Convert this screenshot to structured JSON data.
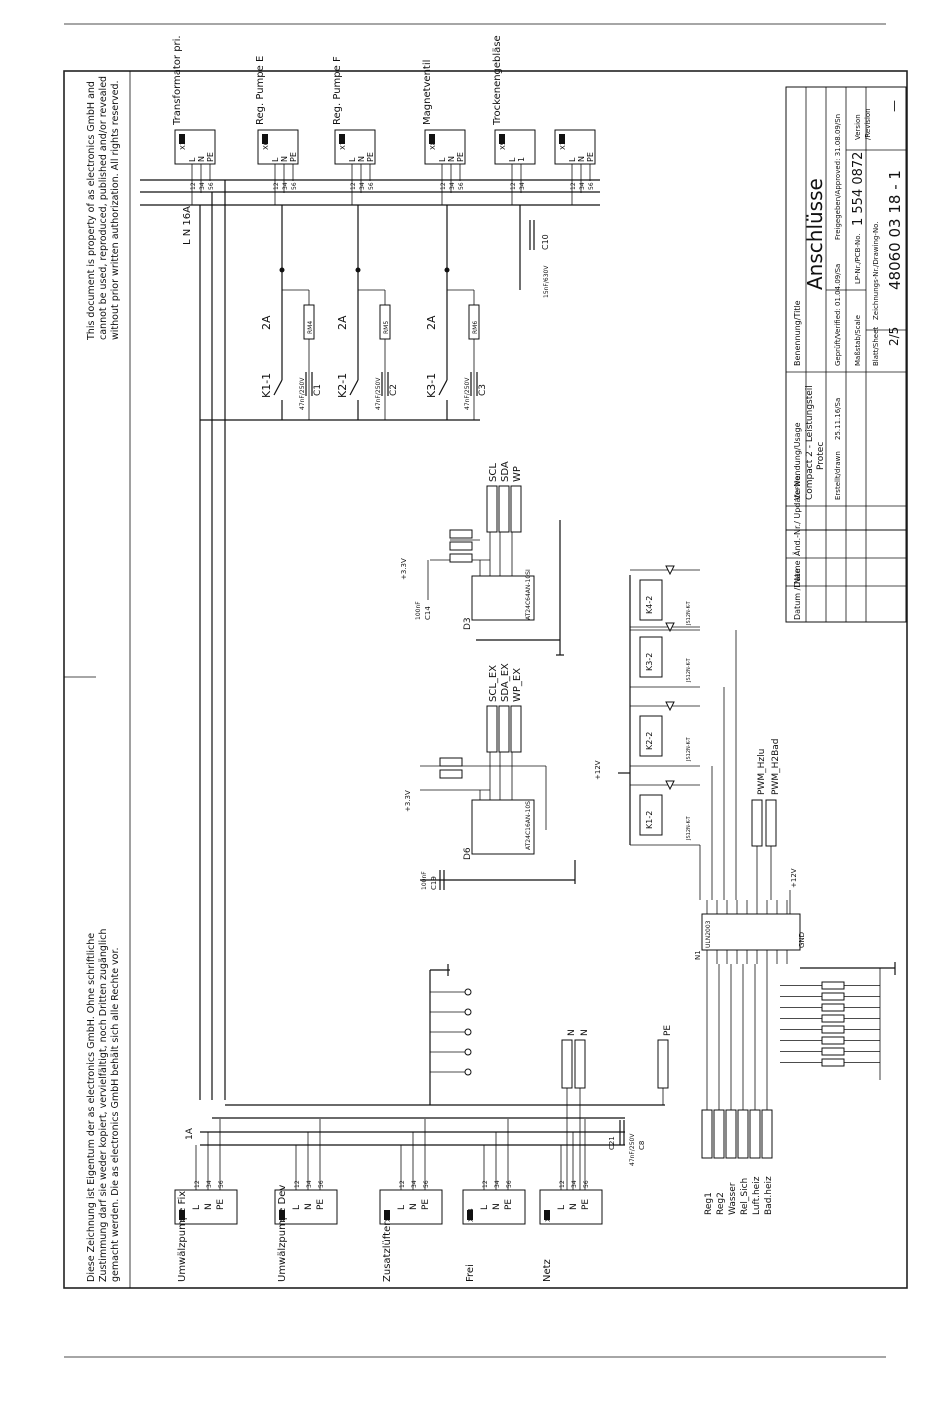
{
  "notice": {
    "en_line1": "This document is property of  as electronics GmbH and",
    "en_line2": "cannot be used, reproduced, published and/or revealed",
    "en_line3": "without prior written authorization.  All rights reserved.",
    "de_line1": "Diese Zeichnung ist Eigentum der  as electronics GmbH. Ohne schriftliche",
    "de_line2": "Zustimmung darf sie weder kopiert, vervielfältigt, noch Dritten zugänglich",
    "de_line3": "gemacht werden. Die as electronics GmbH  behält sich alle Rechte vor."
  },
  "title_block": {
    "title_label": "Benennung/Title",
    "title": "Anschlüsse",
    "usage_label1": "Verwendung/Usage",
    "usage_line1": "Compact 2 - Leistungsteil",
    "usage_line2": "Protec",
    "drawn_label": "Erstellt/drawn",
    "drawn_value": "25.11.16/Sa",
    "checked": "Geprüft/Verified: 01.04.09/Sa",
    "approved": "Freigegeben/Approved: 31.08.09/Sn",
    "scale_label": "Maßstab/Scale",
    "pcb_label": "LP-Nr./PCB-No.",
    "pcb_no": "1 554 0872",
    "sheet_label": "Blatt/Sheet",
    "sheet": "2/5",
    "drawing_label": "Zeichnungs-Nr./Drawing-No.",
    "drawing_no": "48060 03 18 - 1",
    "version_label1": "Version",
    "version_label2": "/Revision",
    "version": "—",
    "rev_cols": [
      "Datum /Date",
      "Name",
      "Änd.-Nr./ Update-No."
    ]
  },
  "right_connectors": [
    {
      "id": "X1",
      "pins": [
        "L",
        "N",
        "PE"
      ],
      "nets": [
        "12",
        "34",
        "56"
      ],
      "label": "Transformator pri."
    },
    {
      "id": "X6",
      "pins": [
        "L",
        "N",
        "PE"
      ],
      "nets": [
        "12",
        "34",
        "56"
      ],
      "label": "Reg. Pumpe E"
    },
    {
      "id": "X7",
      "pins": [
        "L",
        "N",
        "PE"
      ],
      "nets": [
        "12",
        "34",
        "56"
      ],
      "label": "Reg. Pumpe F"
    },
    {
      "id": "X8",
      "pins": [
        "L",
        "N",
        "PE"
      ],
      "nets": [
        "12",
        "34",
        "56"
      ],
      "label": "Magnetventil"
    },
    {
      "id": "X9",
      "pins": [
        "L",
        "1"
      ],
      "nets": [
        "12",
        "34"
      ],
      "label": "Trockenengebläse"
    },
    {
      "id": "X10",
      "pins": [
        "L",
        "N",
        "PE"
      ],
      "nets": [
        "12",
        "34",
        "56"
      ],
      "label": ""
    }
  ],
  "left_connectors": [
    {
      "id": "X4",
      "pins": [
        "L",
        "N",
        "PE"
      ],
      "nets": [
        "12",
        "34",
        "56"
      ],
      "label": "Umwälzpumpe Fix"
    },
    {
      "id": "X2",
      "pins": [
        "L",
        "N",
        "PE"
      ],
      "nets": [
        "12",
        "34",
        "56"
      ],
      "label": "Umwälzpumpe Dev"
    },
    {
      "id": "X3",
      "pins": [
        "L",
        "N",
        "PE"
      ],
      "nets": [
        "12",
        "34",
        "56"
      ],
      "label": "Zusatzlüfter"
    },
    {
      "id": "X14",
      "pins": [
        "L",
        "N",
        "PE"
      ],
      "nets": [
        "12",
        "34",
        "56"
      ],
      "label": "Frei"
    },
    {
      "id": "X5",
      "pins": [
        "L",
        "N",
        "PE"
      ],
      "nets": [
        "12",
        "34",
        "56"
      ],
      "label": "Netz"
    }
  ],
  "fuse_label": "L N 16A",
  "fuse_1a": "1A",
  "relays": [
    {
      "contact": "K1-1",
      "fuse": "2A",
      "cap": "C1",
      "cap_val": "47nF/250V",
      "varistor": "RM4"
    },
    {
      "contact": "K2-1",
      "fuse": "2A",
      "cap": "C2",
      "cap_val": "47nF/250V",
      "varistor": "RM5"
    },
    {
      "contact": "K3-1",
      "fuse": "2A",
      "cap": "C3",
      "cap_val": "47nF/250V",
      "varistor": "RM6"
    }
  ],
  "cap_c10": "C10",
  "cap_c10_val": "15nF/630V",
  "cap_c21": "C21",
  "cap_c8": "C8",
  "cap_c8_val": "47nF/250V",
  "ic_d3": {
    "name": "D3",
    "part": "AT24C64AN-10SI",
    "supply": "+3.3V",
    "cap": "C14",
    "cap_val": "100nF"
  },
  "ic_d6": {
    "name": "D6",
    "part": "AT24C16AN-10SI",
    "supply": "+3.3V",
    "cap": "C19",
    "cap_val": "100nF"
  },
  "bus_d3": [
    "SCL",
    "SDA",
    "WP"
  ],
  "bus_d6": [
    "SCL_EX",
    "SDA_EX",
    "WP_EX"
  ],
  "coils": [
    {
      "name": "K1-2",
      "part": "JS12N-K-T"
    },
    {
      "name": "K2-2",
      "part": "JS12N-K-T"
    },
    {
      "name": "K3-2",
      "part": "JS12N-K-T"
    },
    {
      "name": "K4-2",
      "part": "JS12N-K-T"
    }
  ],
  "coil_supply": "+12V",
  "pwm_labels": [
    "PWM_Hzlu",
    "PWM_H2Bad"
  ],
  "driver": {
    "name": "N1",
    "part": "ULN2003",
    "supply": "+12V",
    "gnd": "GND"
  },
  "signals_left": [
    "Reg1",
    "Reg2",
    "Wasser",
    "Rel_Sich",
    "Luft.heiz",
    "Bad.heiz"
  ],
  "n_pe_labels": [
    "N",
    "N",
    "PE"
  ]
}
